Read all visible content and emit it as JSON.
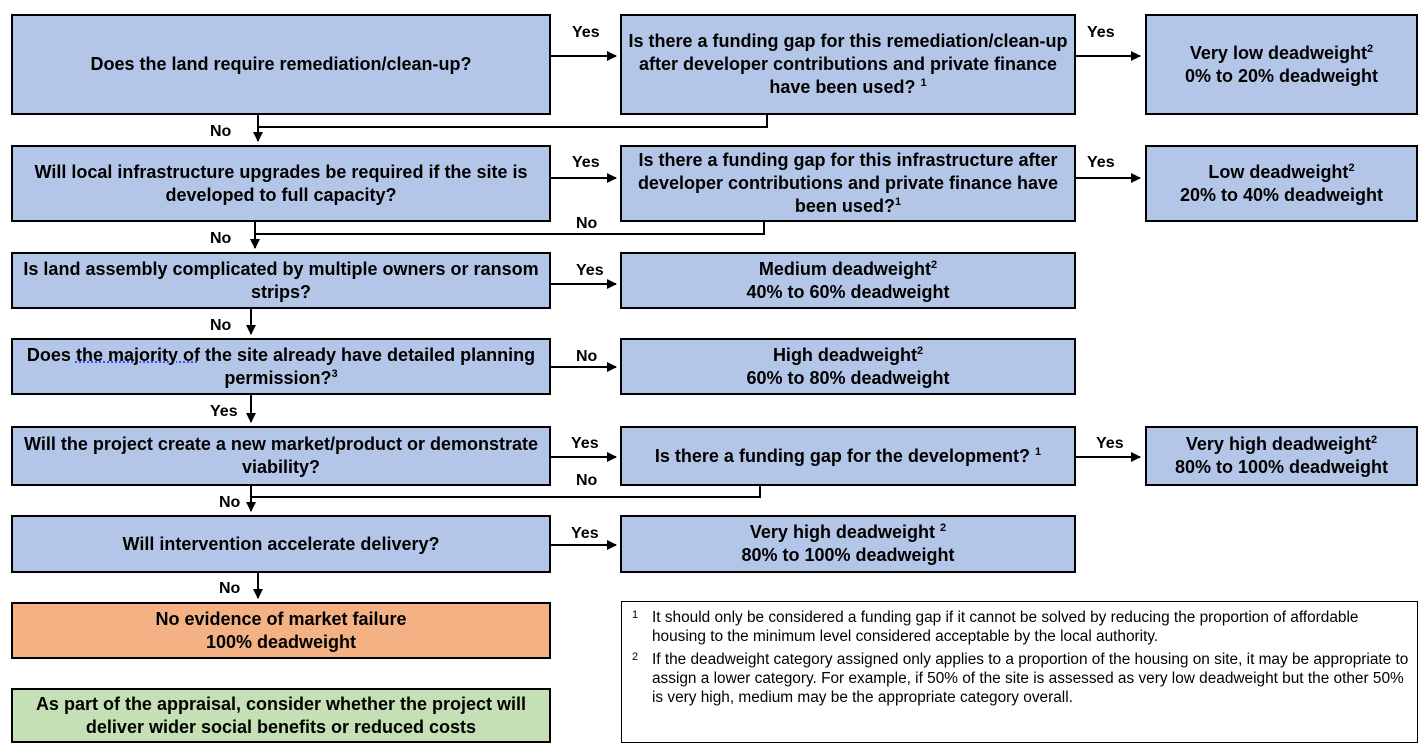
{
  "boxes": {
    "q1": {
      "text": "Does the land require remediation/clean-up?"
    },
    "gap1": {
      "text": "Is there a funding gap for this remediation/clean-up after developer contributions and private finance have been used?",
      "sup": "1"
    },
    "vlow": {
      "line1": "Very low deadweight",
      "sup": "2",
      "line2": "0% to 20% deadweight"
    },
    "q2": {
      "text": "Will local infrastructure upgrades be required if the site is developed to full capacity?"
    },
    "gap2": {
      "text": "Is there a funding gap for this infrastructure after developer contributions and private finance have been used?",
      "sup": "1"
    },
    "low": {
      "line1": "Low deadweight",
      "sup": "2",
      "line2": "20% to 40% deadweight"
    },
    "q3": {
      "text": "Is land assembly complicated by multiple owners or ransom strips?"
    },
    "medium": {
      "line1": "Medium deadweight",
      "sup": "2",
      "line2": "40% to 60% deadweight"
    },
    "q4": {
      "text_a": "Does ",
      "text_b": "the majority of",
      "text_c": " the site already have detailed planning permission?",
      "sup": "3"
    },
    "high": {
      "line1": "High deadweight",
      "sup": "2",
      "line2": "60% to 80% deadweight"
    },
    "q5": {
      "text": "Will the project create a new market/product or demonstrate viability?"
    },
    "gap3": {
      "text": "Is there a funding gap for the development?",
      "sup": "1"
    },
    "vhigh1": {
      "line1": "Very high deadweight",
      "sup": "2",
      "line2": "80% to 100% deadweight"
    },
    "q6": {
      "text": "Will intervention accelerate delivery?"
    },
    "vhigh2": {
      "line1": "Very high deadweight ",
      "sup": "2",
      "line2": "80% to 100% deadweight"
    },
    "nofail": {
      "line1": "No evidence of market failure",
      "line2": "100% deadweight"
    },
    "social": {
      "text": "As part of the appraisal, consider whether the project will deliver wider social benefits or reduced costs"
    }
  },
  "labels": {
    "yes": "Yes",
    "no": "No"
  },
  "footnotes": [
    {
      "num": "1",
      "text": "It should only be considered a funding gap if it cannot be solved by reducing the proportion of affordable housing to the minimum level considered acceptable by the local authority."
    },
    {
      "num": "2",
      "text": "If the deadweight category assigned only applies to a proportion of the housing on site, it may be appropriate to assign a lower category. For example, if 50% of the site is assessed as very low deadweight but the other 50% is very high, medium may be the appropriate category overall."
    }
  ]
}
